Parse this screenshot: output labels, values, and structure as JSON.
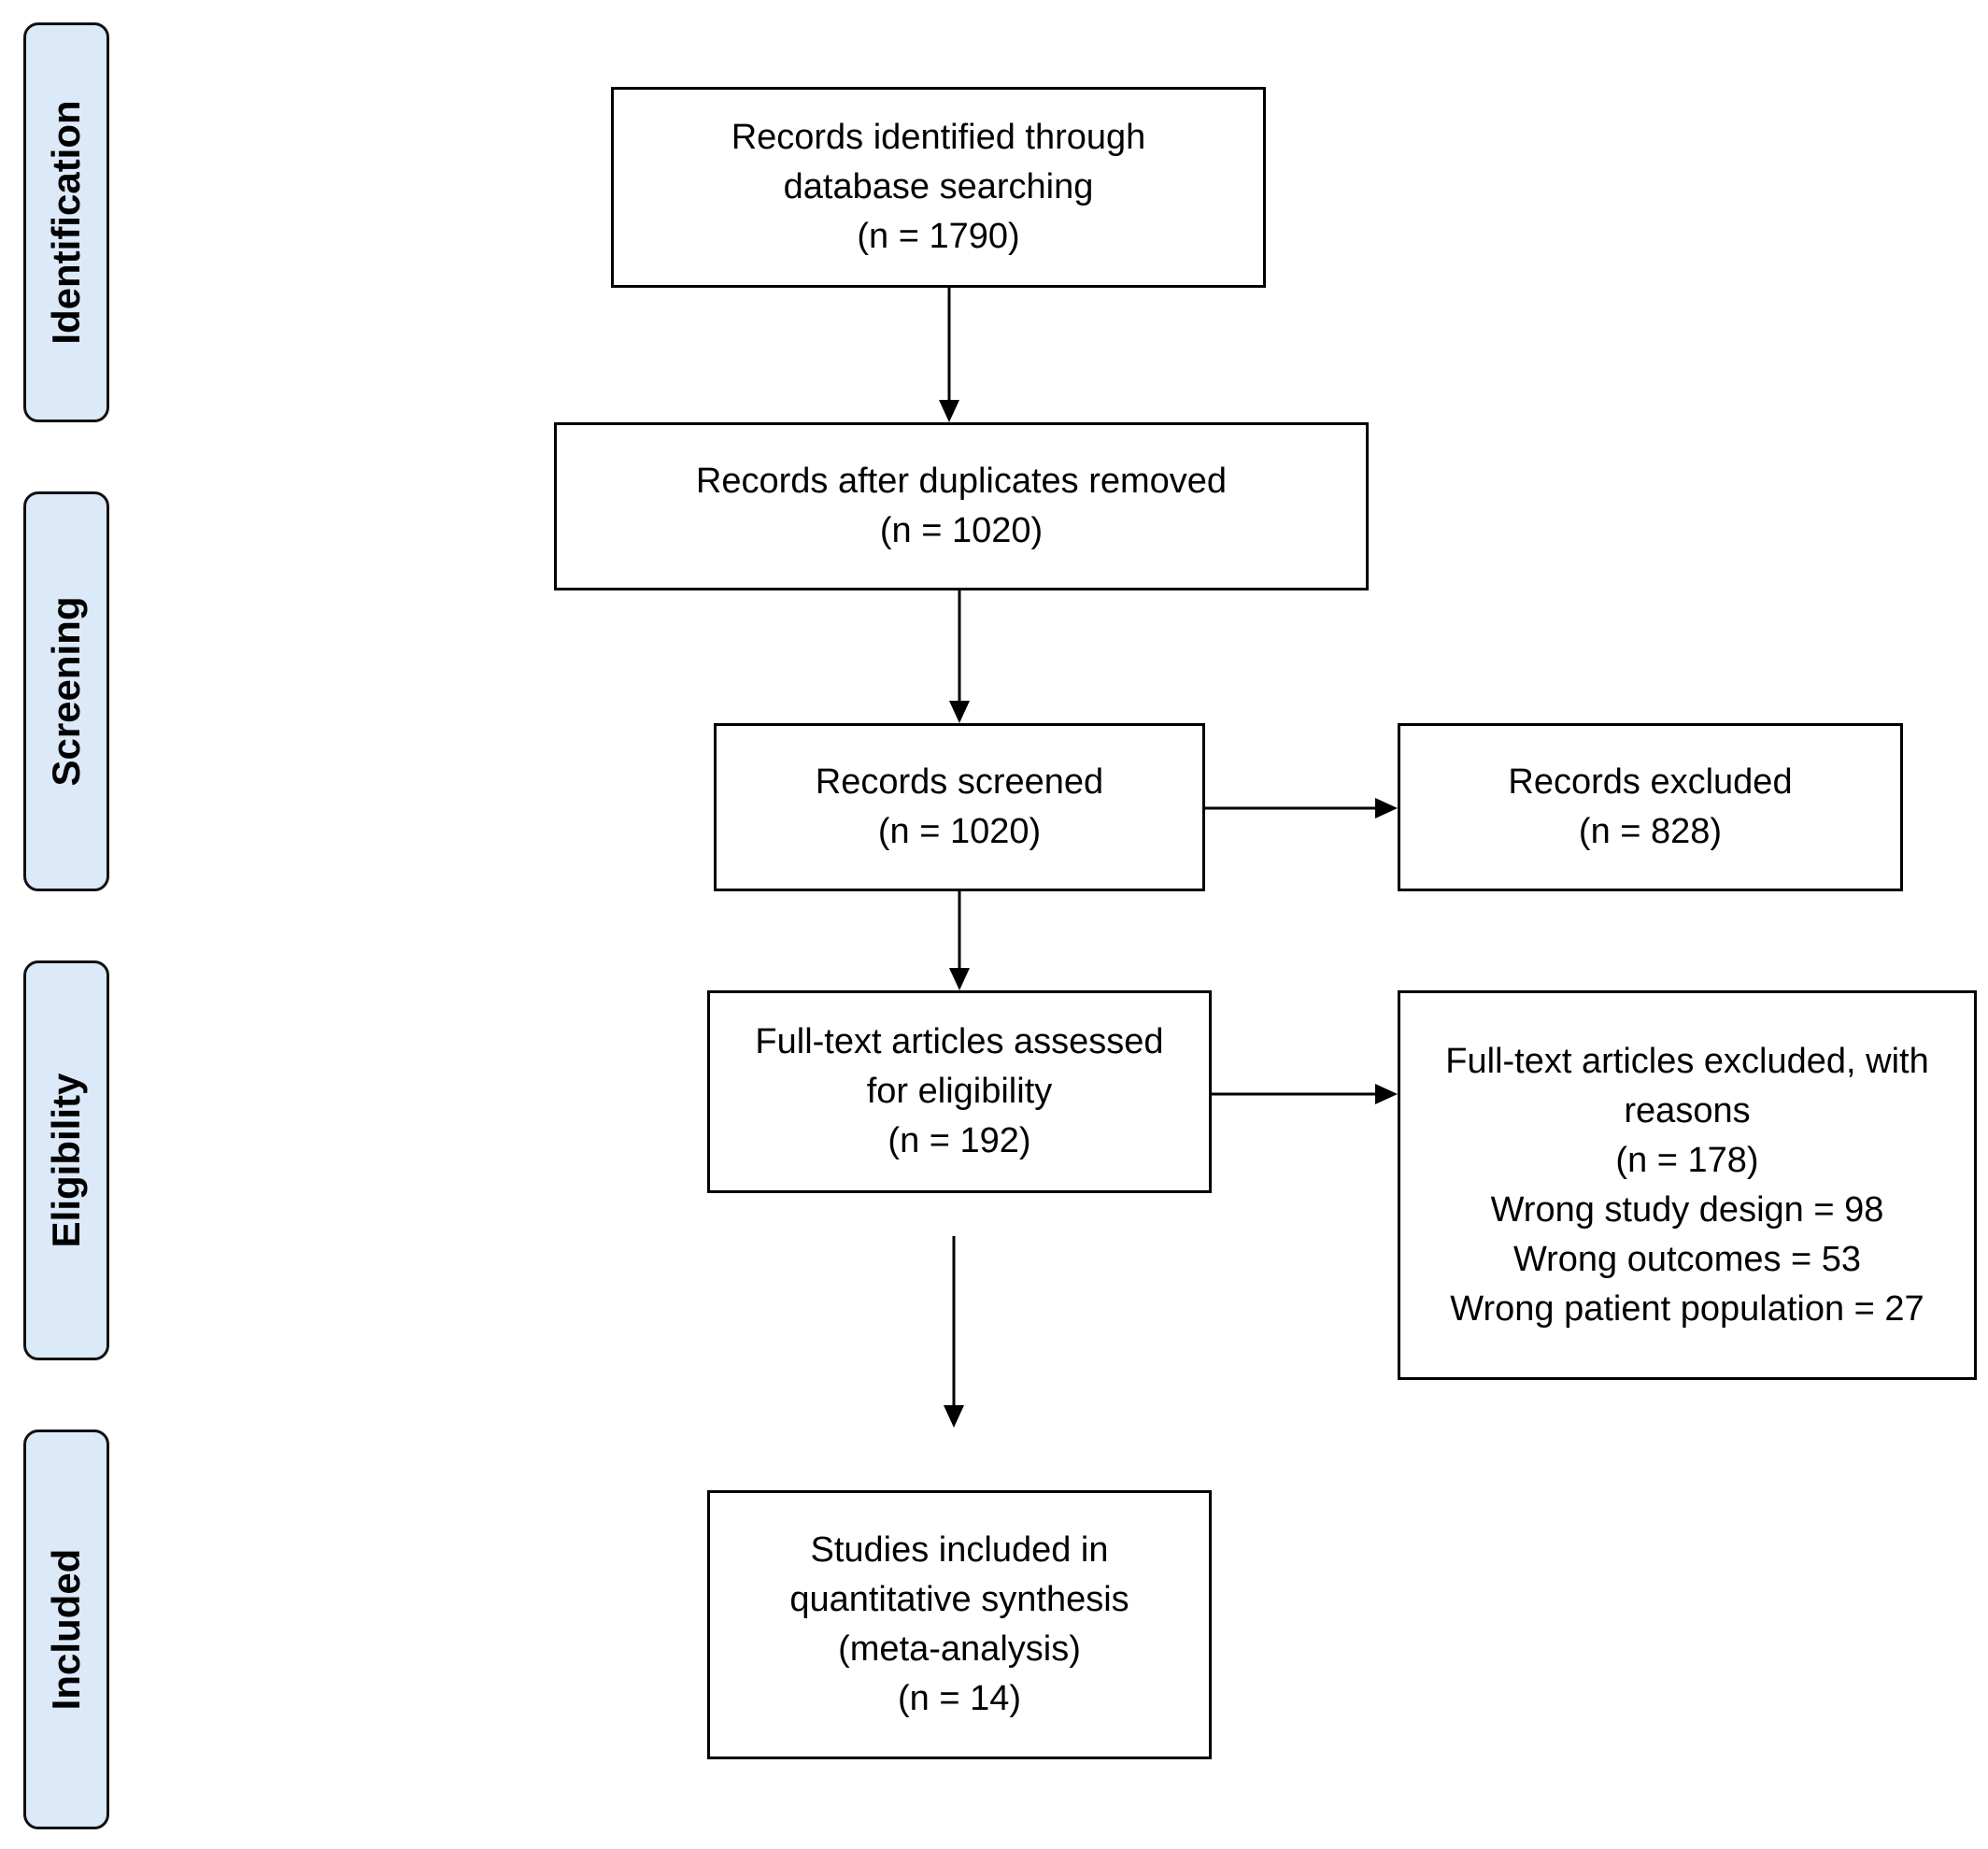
{
  "phases": {
    "identification": "Identification",
    "screening": "Screening",
    "eligibility": "Eligibility",
    "included": "Included"
  },
  "boxes": {
    "identified": {
      "lines": [
        "Records identified through",
        "database searching",
        "(n = 1790)"
      ]
    },
    "duplicates_removed": {
      "lines": [
        "Records after duplicates removed",
        "(n = 1020)"
      ]
    },
    "screened": {
      "lines": [
        "Records screened",
        "(n = 1020)"
      ]
    },
    "excluded": {
      "lines": [
        "Records excluded",
        "(n = 828)"
      ]
    },
    "fulltext_assessed": {
      "lines": [
        "Full-text articles assessed",
        "for eligibility",
        "(n = 192)"
      ]
    },
    "fulltext_excluded": {
      "lines": [
        "Full-text articles excluded, with",
        "reasons",
        "(n = 178)",
        "Wrong study design = 98",
        "Wrong outcomes = 53",
        "Wrong patient population = 27"
      ]
    },
    "included_studies": {
      "lines": [
        "Studies included in",
        "quantitative synthesis",
        "(meta-analysis)",
        "(n = 14)"
      ]
    }
  },
  "colors": {
    "phase_fill": "#dce9f8",
    "stroke": "#000000"
  }
}
